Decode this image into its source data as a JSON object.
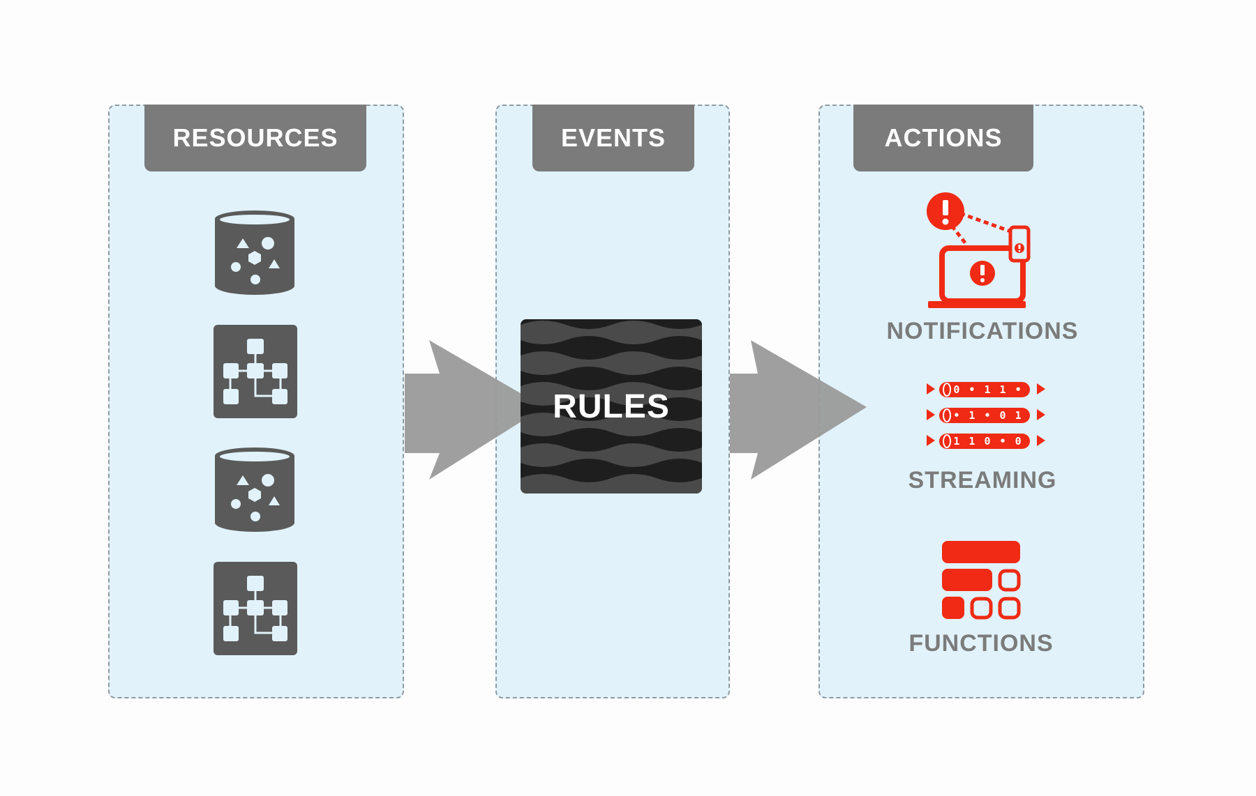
{
  "panels": {
    "resources": {
      "title": "RESOURCES"
    },
    "events": {
      "title": "EVENTS",
      "rules_label": "RULES"
    },
    "actions": {
      "title": "ACTIONS",
      "items": [
        {
          "label": "NOTIFICATIONS",
          "icon": "notification-devices-icon"
        },
        {
          "label": "STREAMING",
          "icon": "data-stream-icon",
          "stream_rows": [
            "0 • 1 1 •",
            "• 1 • 0 1",
            "1 1 0 • 0"
          ]
        },
        {
          "label": "FUNCTIONS",
          "icon": "functions-blocks-icon"
        }
      ]
    }
  },
  "resource_icons": [
    "database-icon",
    "flowchart-icon",
    "database-icon",
    "flowchart-icon"
  ],
  "colors": {
    "panel_bg": "#e1f2fa",
    "panel_border": "#8f9aa1",
    "tab_bg": "#7b7b7b",
    "icon_gray": "#5a5a5a",
    "arrow_gray": "#9a9a9a",
    "accent_red": "#f02a14"
  }
}
